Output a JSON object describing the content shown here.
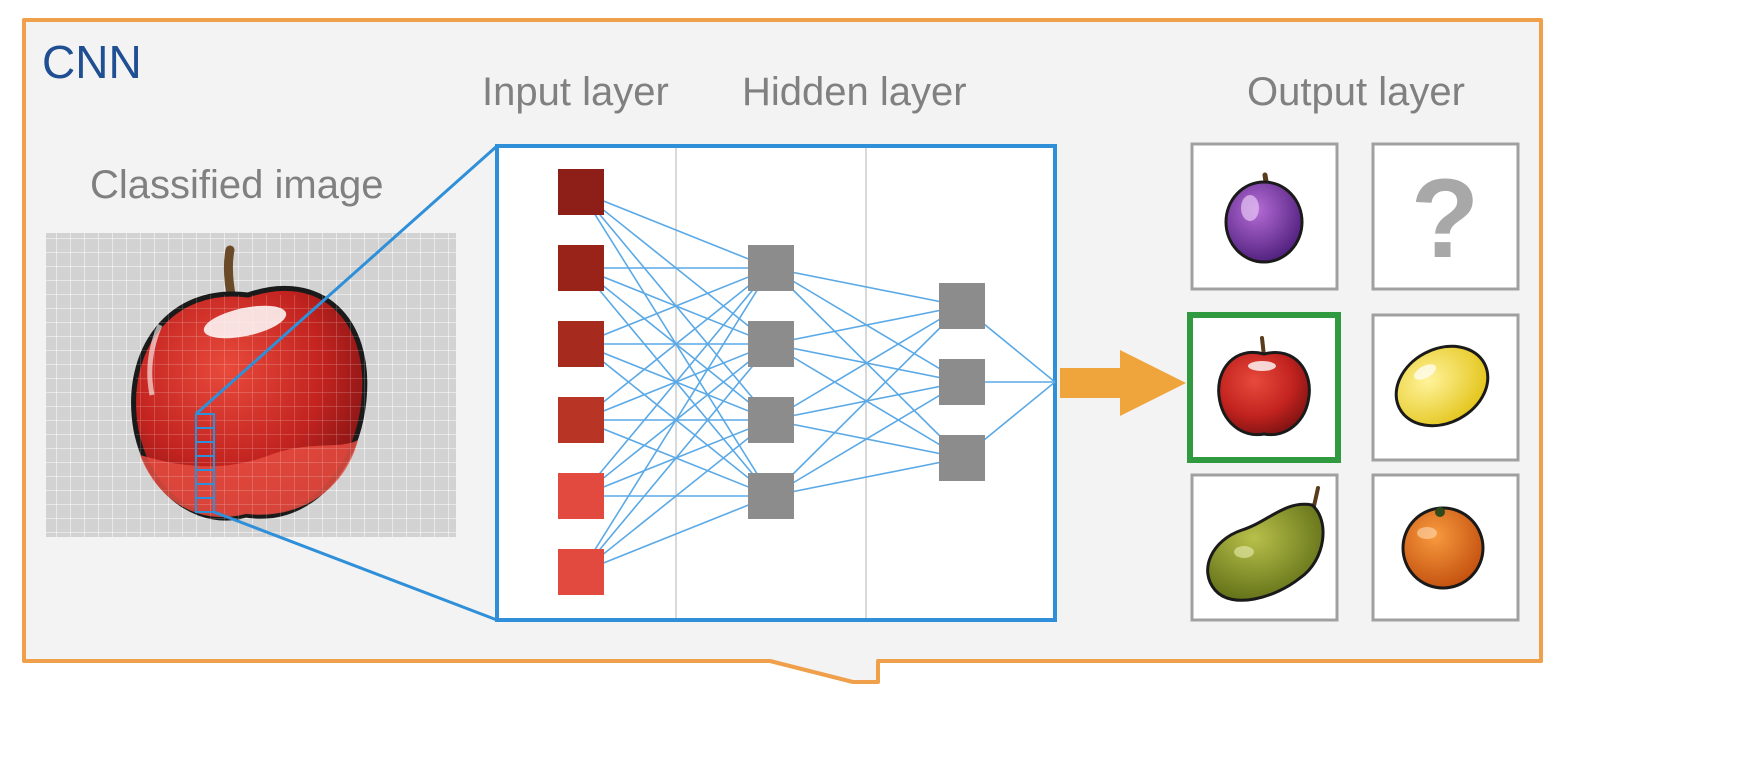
{
  "title": "CNN",
  "labels": {
    "input_layer": "Input layer",
    "hidden_layer": "Hidden layer",
    "output_layer": "Output layer",
    "classified_image": "Classified image"
  },
  "network": {
    "input_nodes": 6,
    "hidden_nodes": 4,
    "second_hidden_nodes": 3
  },
  "outputs": [
    {
      "name": "plum-icon",
      "selected": false
    },
    {
      "name": "unknown-icon",
      "symbol": "?",
      "selected": false
    },
    {
      "name": "apple-icon",
      "selected": true
    },
    {
      "name": "lemon-icon",
      "selected": false
    },
    {
      "name": "pear-icon",
      "selected": false
    },
    {
      "name": "orange-icon",
      "selected": false
    }
  ],
  "colors": {
    "frame": "#f0a04a",
    "title": "#1f4e93",
    "label": "#808080",
    "panel": "#f3f3f3",
    "network_border": "#2f8fd8",
    "connection": "#5aa9e6",
    "node": "#8c8c8c",
    "arrow": "#f0a53c",
    "selected_border": "#2f9a3f"
  }
}
